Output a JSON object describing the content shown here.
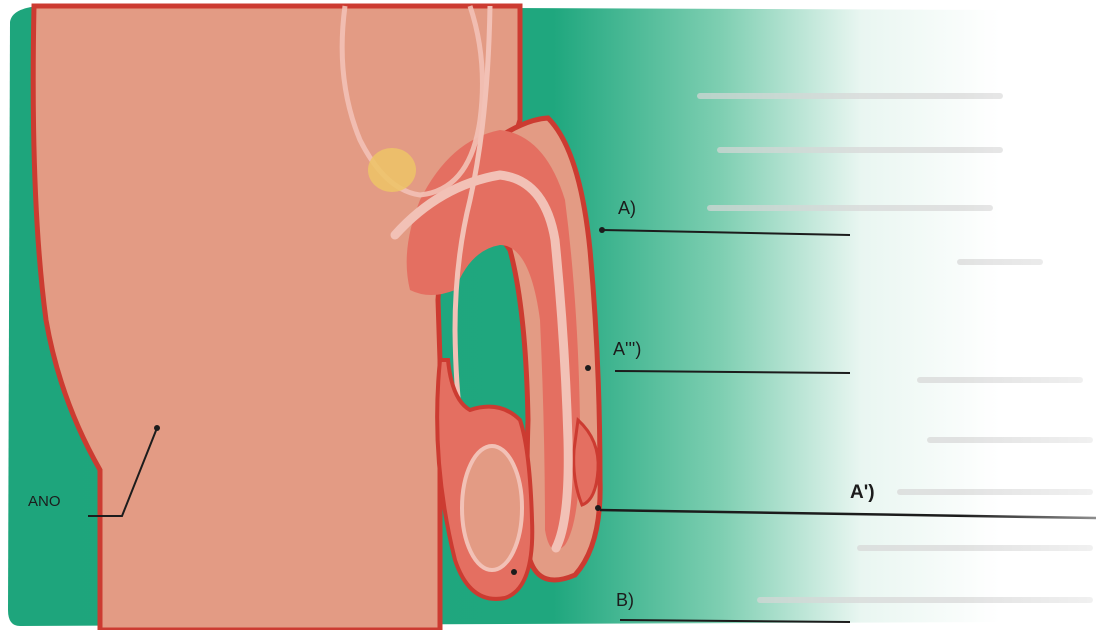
{
  "labels": {
    "a": "A)",
    "a_triple": "A''')",
    "a_prime": "A')",
    "b": "B)",
    "ano": "ANO"
  },
  "colors": {
    "background_green": "#1ea57c",
    "tissue": "#e39b84",
    "tissue_outline": "#cc3b31",
    "erectile_tissue": "#e46f61",
    "urethra_pink": "#f2c1b6",
    "gland_yellow": "#edc466",
    "leader_line": "#1c1c1c"
  }
}
